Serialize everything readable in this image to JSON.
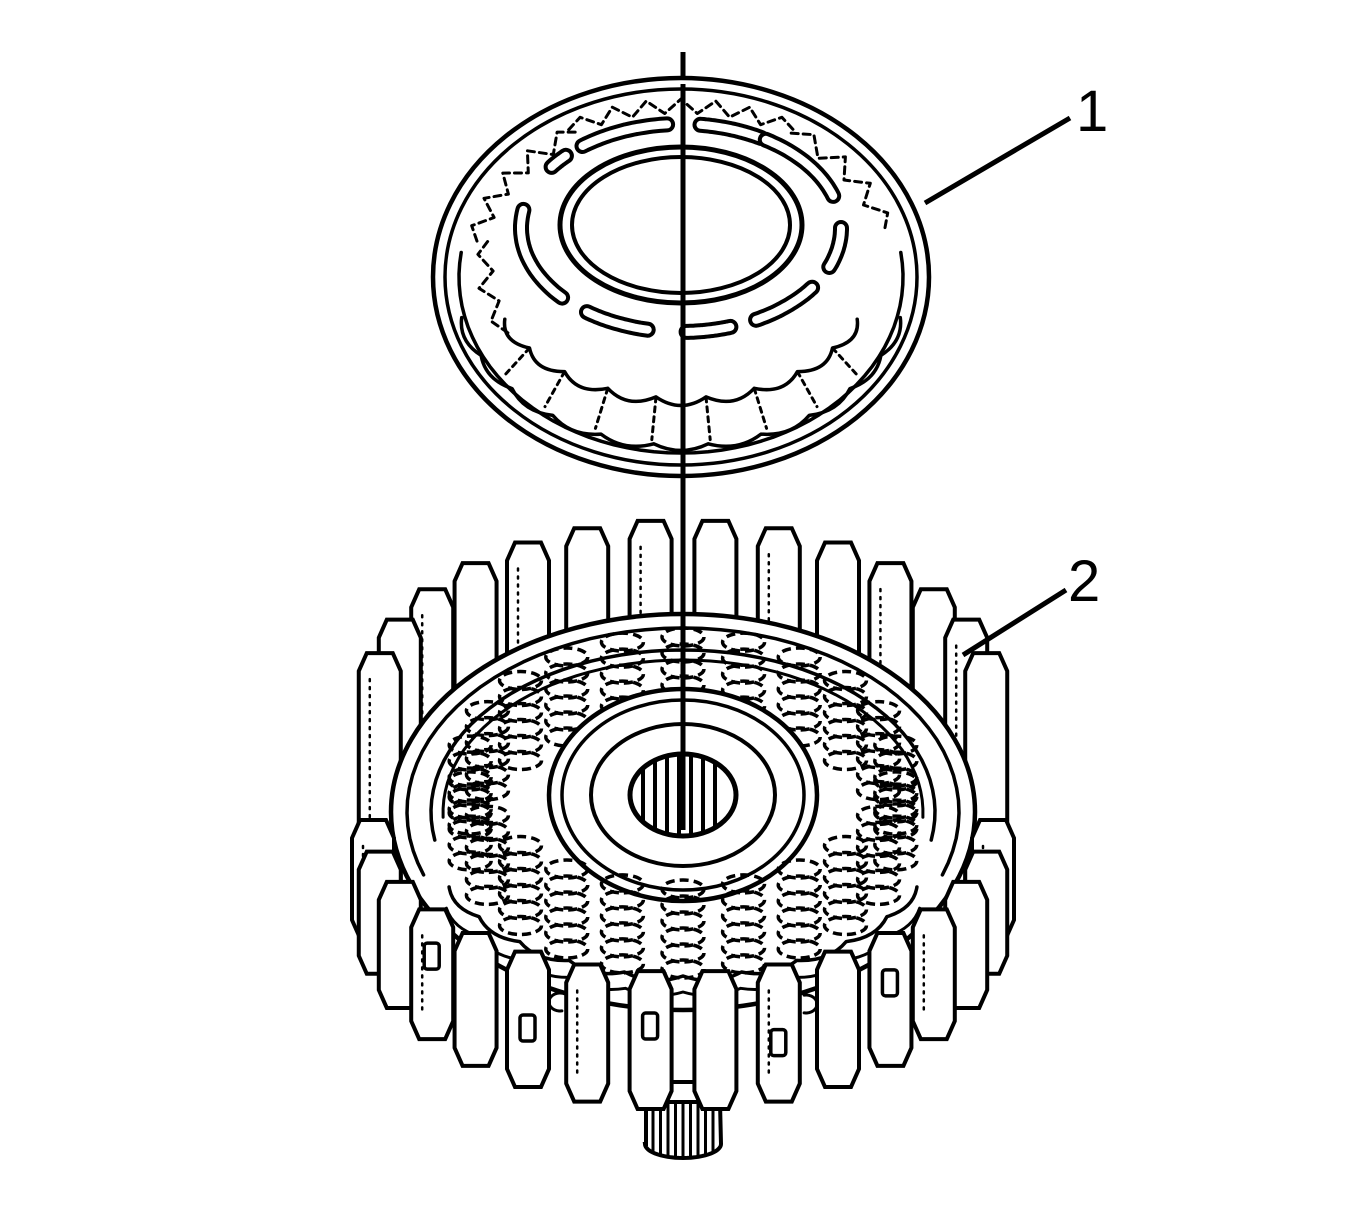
{
  "figure": {
    "type": "exploded-parts-line-drawing",
    "background_color": "#ffffff",
    "line_color": "#000000",
    "centerline_style": "vertical dash-then-solid center axis",
    "callouts": [
      {
        "label": "1",
        "target": "upper-slotted-retainer-ring"
      },
      {
        "label": "2",
        "target": "lower-clutch-hub-with-coil-springs"
      }
    ]
  }
}
